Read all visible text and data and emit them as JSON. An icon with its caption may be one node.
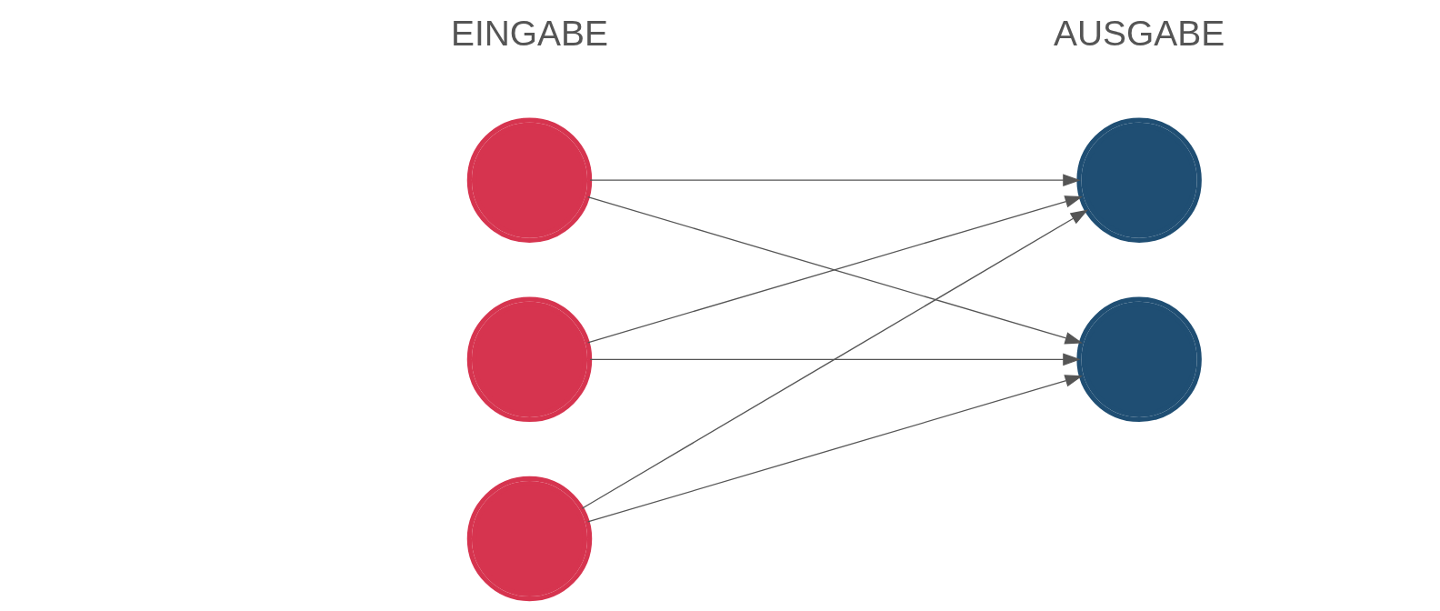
{
  "diagram": {
    "nodes": [
      {
        "text": [],
        "shape": "circle"
      },
      {
        "text": [],
        "shape": "circle"
      },
      {
        "text": [],
        "shape": "circle"
      },
      {
        "text": [],
        "shape": "circle"
      },
      {
        "text": [],
        "shape": "circle"
      }
    ],
    "edges": [
      {
        "from": 0,
        "to": 3,
        "arrow": "to"
      },
      {
        "from": 0,
        "to": 4,
        "arrow": "to"
      },
      {
        "from": 1,
        "to": 3,
        "arrow": "to"
      },
      {
        "from": 1,
        "to": 4,
        "arrow": "to"
      },
      {
        "from": 2,
        "to": 3,
        "arrow": "to"
      },
      {
        "from": 2,
        "to": 4,
        "arrow": "to"
      }
    ],
    "labels": [
      "EINGABE",
      "AUSGABE"
    ]
  }
}
